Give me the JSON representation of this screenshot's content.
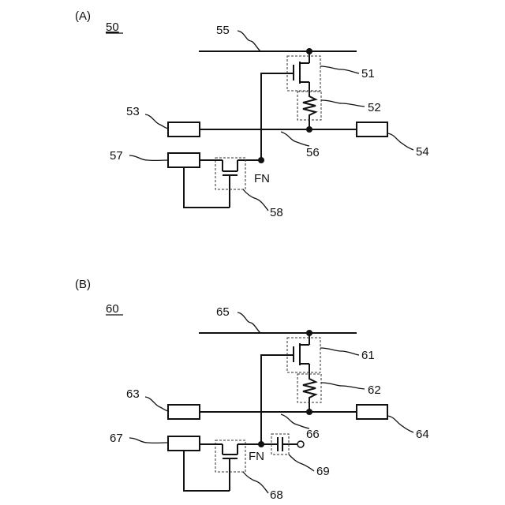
{
  "panel_a": {
    "label": "(A)",
    "circuit_ref": "50",
    "refs": {
      "line_top": "55",
      "transistor": "51",
      "resistor": "52",
      "box_left": "53",
      "line_mid": "56",
      "box_right": "54",
      "box_bottom": "57",
      "switch": "58"
    },
    "node_label": "FN"
  },
  "panel_b": {
    "label": "(B)",
    "circuit_ref": "60",
    "refs": {
      "line_top": "65",
      "transistor": "61",
      "resistor": "62",
      "box_left": "63",
      "line_mid": "66",
      "box_right": "64",
      "box_bottom": "67",
      "switch": "68",
      "capacitor": "69"
    },
    "node_label": "FN"
  }
}
